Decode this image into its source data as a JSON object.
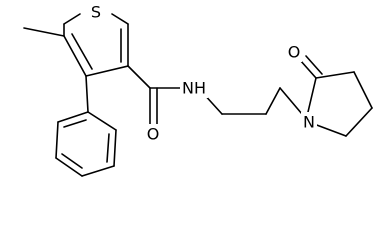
{
  "structure": {
    "atoms": {
      "sulfur": "S",
      "carbonyl_oxygen": "O",
      "amide_nitrogen": "NH",
      "lactam_oxygen": "O",
      "ring_nitrogen": "N"
    },
    "colors": {
      "bond": "#000000",
      "label": "#000000",
      "background": "#ffffff"
    }
  }
}
